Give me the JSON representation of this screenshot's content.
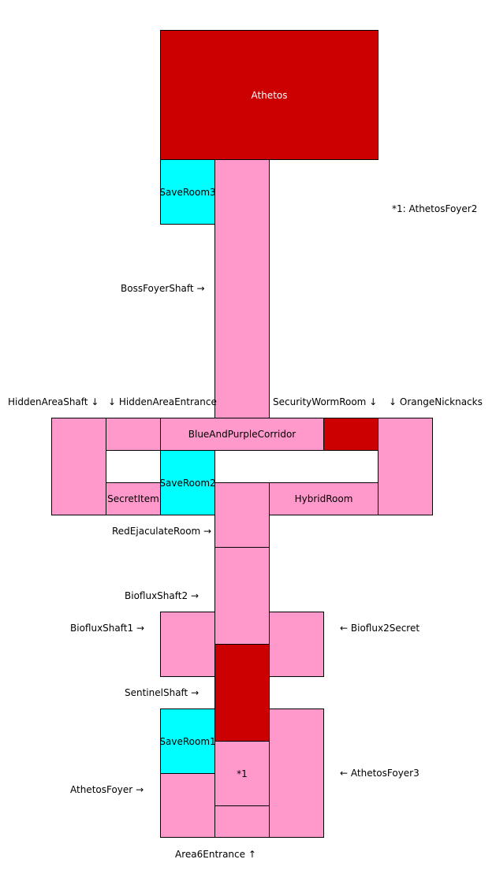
{
  "rooms": {
    "athetos": "Athetos",
    "save_room_3": "SaveRoom3",
    "blue_purple_corridor": "BlueAndPurpleCorridor",
    "save_room_2": "SaveRoom2",
    "secret_item": "SecretItem",
    "hybrid_room": "HybridRoom",
    "save_room_1": "SaveRoom1",
    "foyer2_marker": "*1"
  },
  "labels": {
    "footnote": "*1: AthetosFoyer2",
    "boss_foyer_shaft": "BossFoyerShaft",
    "hidden_area_shaft": "HiddenAreaShaft",
    "hidden_area_entrance": "HiddenAreaEntrance",
    "security_worm_room": "SecurityWormRoom",
    "orange_nicknacks": "OrangeNicknacks",
    "red_ejaculate_room": "RedEjaculateRoom",
    "bioflux_shaft_2": "BiofluxShaft2",
    "bioflux_shaft_1": "BiofluxShaft1",
    "bioflux_2_secret": "Bioflux2Secret",
    "sentinel_shaft": "SentinelShaft",
    "athetos_foyer": "AthetosFoyer",
    "athetos_foyer_3": "AthetosFoyer3",
    "area6_entrance": "Area6Entrance"
  },
  "arrows": {
    "right": "→",
    "left": "←",
    "down": "↓",
    "up": "↑"
  },
  "colors": {
    "pink_room": "#ff99cc",
    "boss_room": "#cc0000",
    "save_room": "#00ffff",
    "border": "#000000"
  }
}
